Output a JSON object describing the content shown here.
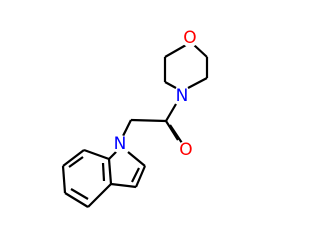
{
  "molecule": {
    "atoms": {
      "morpholine_oxygen": "O",
      "morpholine_nitrogen": "N",
      "carbonyl_oxygen": "O",
      "indole_nitrogen": "N"
    },
    "colors": {
      "bond": "#000000",
      "oxygen": "#ff0000",
      "nitrogen": "#0000ff"
    }
  }
}
